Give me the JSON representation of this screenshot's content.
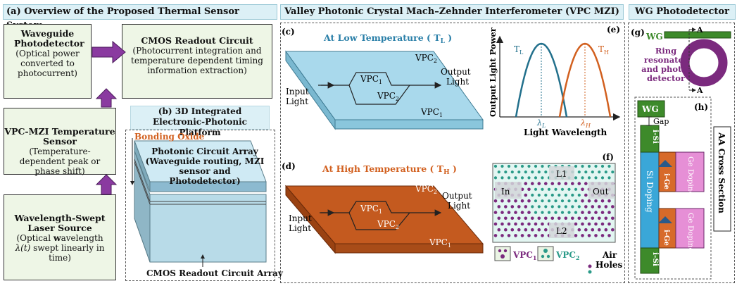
{
  "headers": {
    "a": "(a)   Overview of the Proposed Thermal Sensor System",
    "vpc": "Valley Photonic Crystal Mach–Zehnder Interferometer (VPC MZI)",
    "wg": "WG Photodetector"
  },
  "overview": {
    "photodetector_title": "Waveguide Photodetector",
    "photodetector_desc": "(Optical power converted to photocurrent)",
    "cmos_title": "CMOS Readout Circuit",
    "cmos_desc": "(Photocurrent integration and temperature dependent timing information extraction)",
    "mzi_title": "VPC-MZI Temperature Sensor",
    "mzi_desc": "(Temperature-dependent peak or phase shift)",
    "laser_title": "Wavelength-Swept Laser Source",
    "laser_desc_1": "(Optical ",
    "laser_desc_w": "w",
    "laser_desc_2": "avelength ",
    "laser_desc_lam": "λ(t)",
    "laser_desc_3": " swept linearly in time)"
  },
  "platform": {
    "title": "(b) 3D Integrated Electronic-Photonic Platform",
    "bonding": "Bonding Oxide",
    "photonic_array": "Photonic Circuit Array (Waveguide routing, MZI sensor and Photodetector)",
    "cmos_array": "CMOS Readout Circuit Array"
  },
  "mzi_low": {
    "label": "(c)",
    "title": "At Low Temperature ( T",
    "title_sub": "L",
    "title_end": " )",
    "vpc2": "VPC",
    "vpc1_inner": "VPC",
    "vpc2_inner": "VPC",
    "vpc1_corner": "VPC",
    "input": [
      "Input",
      "Light"
    ],
    "output": [
      "Output",
      "Light"
    ]
  },
  "mzi_high": {
    "label": "(d)",
    "title": "At High Temperature ( T",
    "title_sub": "H",
    "title_end": " )",
    "input": [
      "Input",
      "Light"
    ],
    "output": [
      "Output",
      "Light"
    ]
  },
  "vpc_subs": {
    "one": "1",
    "two": "2",
    "name": "VPC"
  },
  "spectrum": {
    "label": "(e)",
    "ylabel": "Output Light Power",
    "xlabel": "Light Wavelength",
    "tl": "T",
    "tl_sub": "L",
    "th": "T",
    "th_sub": "H",
    "lam_l": "λ",
    "lam_l_sub": "L",
    "lam_h": "λ",
    "lam_h_sub": "H"
  },
  "crystal": {
    "label": "(f)",
    "l1": "L1",
    "l2": "L2",
    "in": "In",
    "out": "Out",
    "legend_vpc1": "VPC",
    "legend_vpc2": "VPC",
    "legend_air": [
      "Air",
      "Holes"
    ]
  },
  "wgpd": {
    "label_g": "(g)",
    "wg": "WG",
    "a_top": "A",
    "a_bot": "A",
    "ring_label": [
      "Ring",
      "resonator",
      "and photo-",
      "detector"
    ],
    "label_h": "(h)",
    "wg_h": "WG",
    "gap": "Gap",
    "isi_top": "i-Si",
    "isi_bot": "i-Si",
    "si_doping": "Si Doping",
    "ige1": "i-Ge",
    "ige2": "i-Ge",
    "ge_doping1": "Ge Doping",
    "ge_doping2": "Ge Doping",
    "cross_section": "AA Cross Section"
  },
  "colors": {
    "header_bg": "#dcf0f6",
    "box_bg": "#eef6e6",
    "arrow_purple": "#8a3aa0",
    "low_blue": "#a9d9ec",
    "high_orange": "#c45a1f",
    "curve_low": "#22708c",
    "curve_high": "#d2601f",
    "wg_green": "#3d8a2a",
    "si_blue": "#3aa7d8",
    "ge_orange": "#d76a2a",
    "ge_pink": "#e68fd6",
    "ring_purple": "#7b2a7e"
  }
}
